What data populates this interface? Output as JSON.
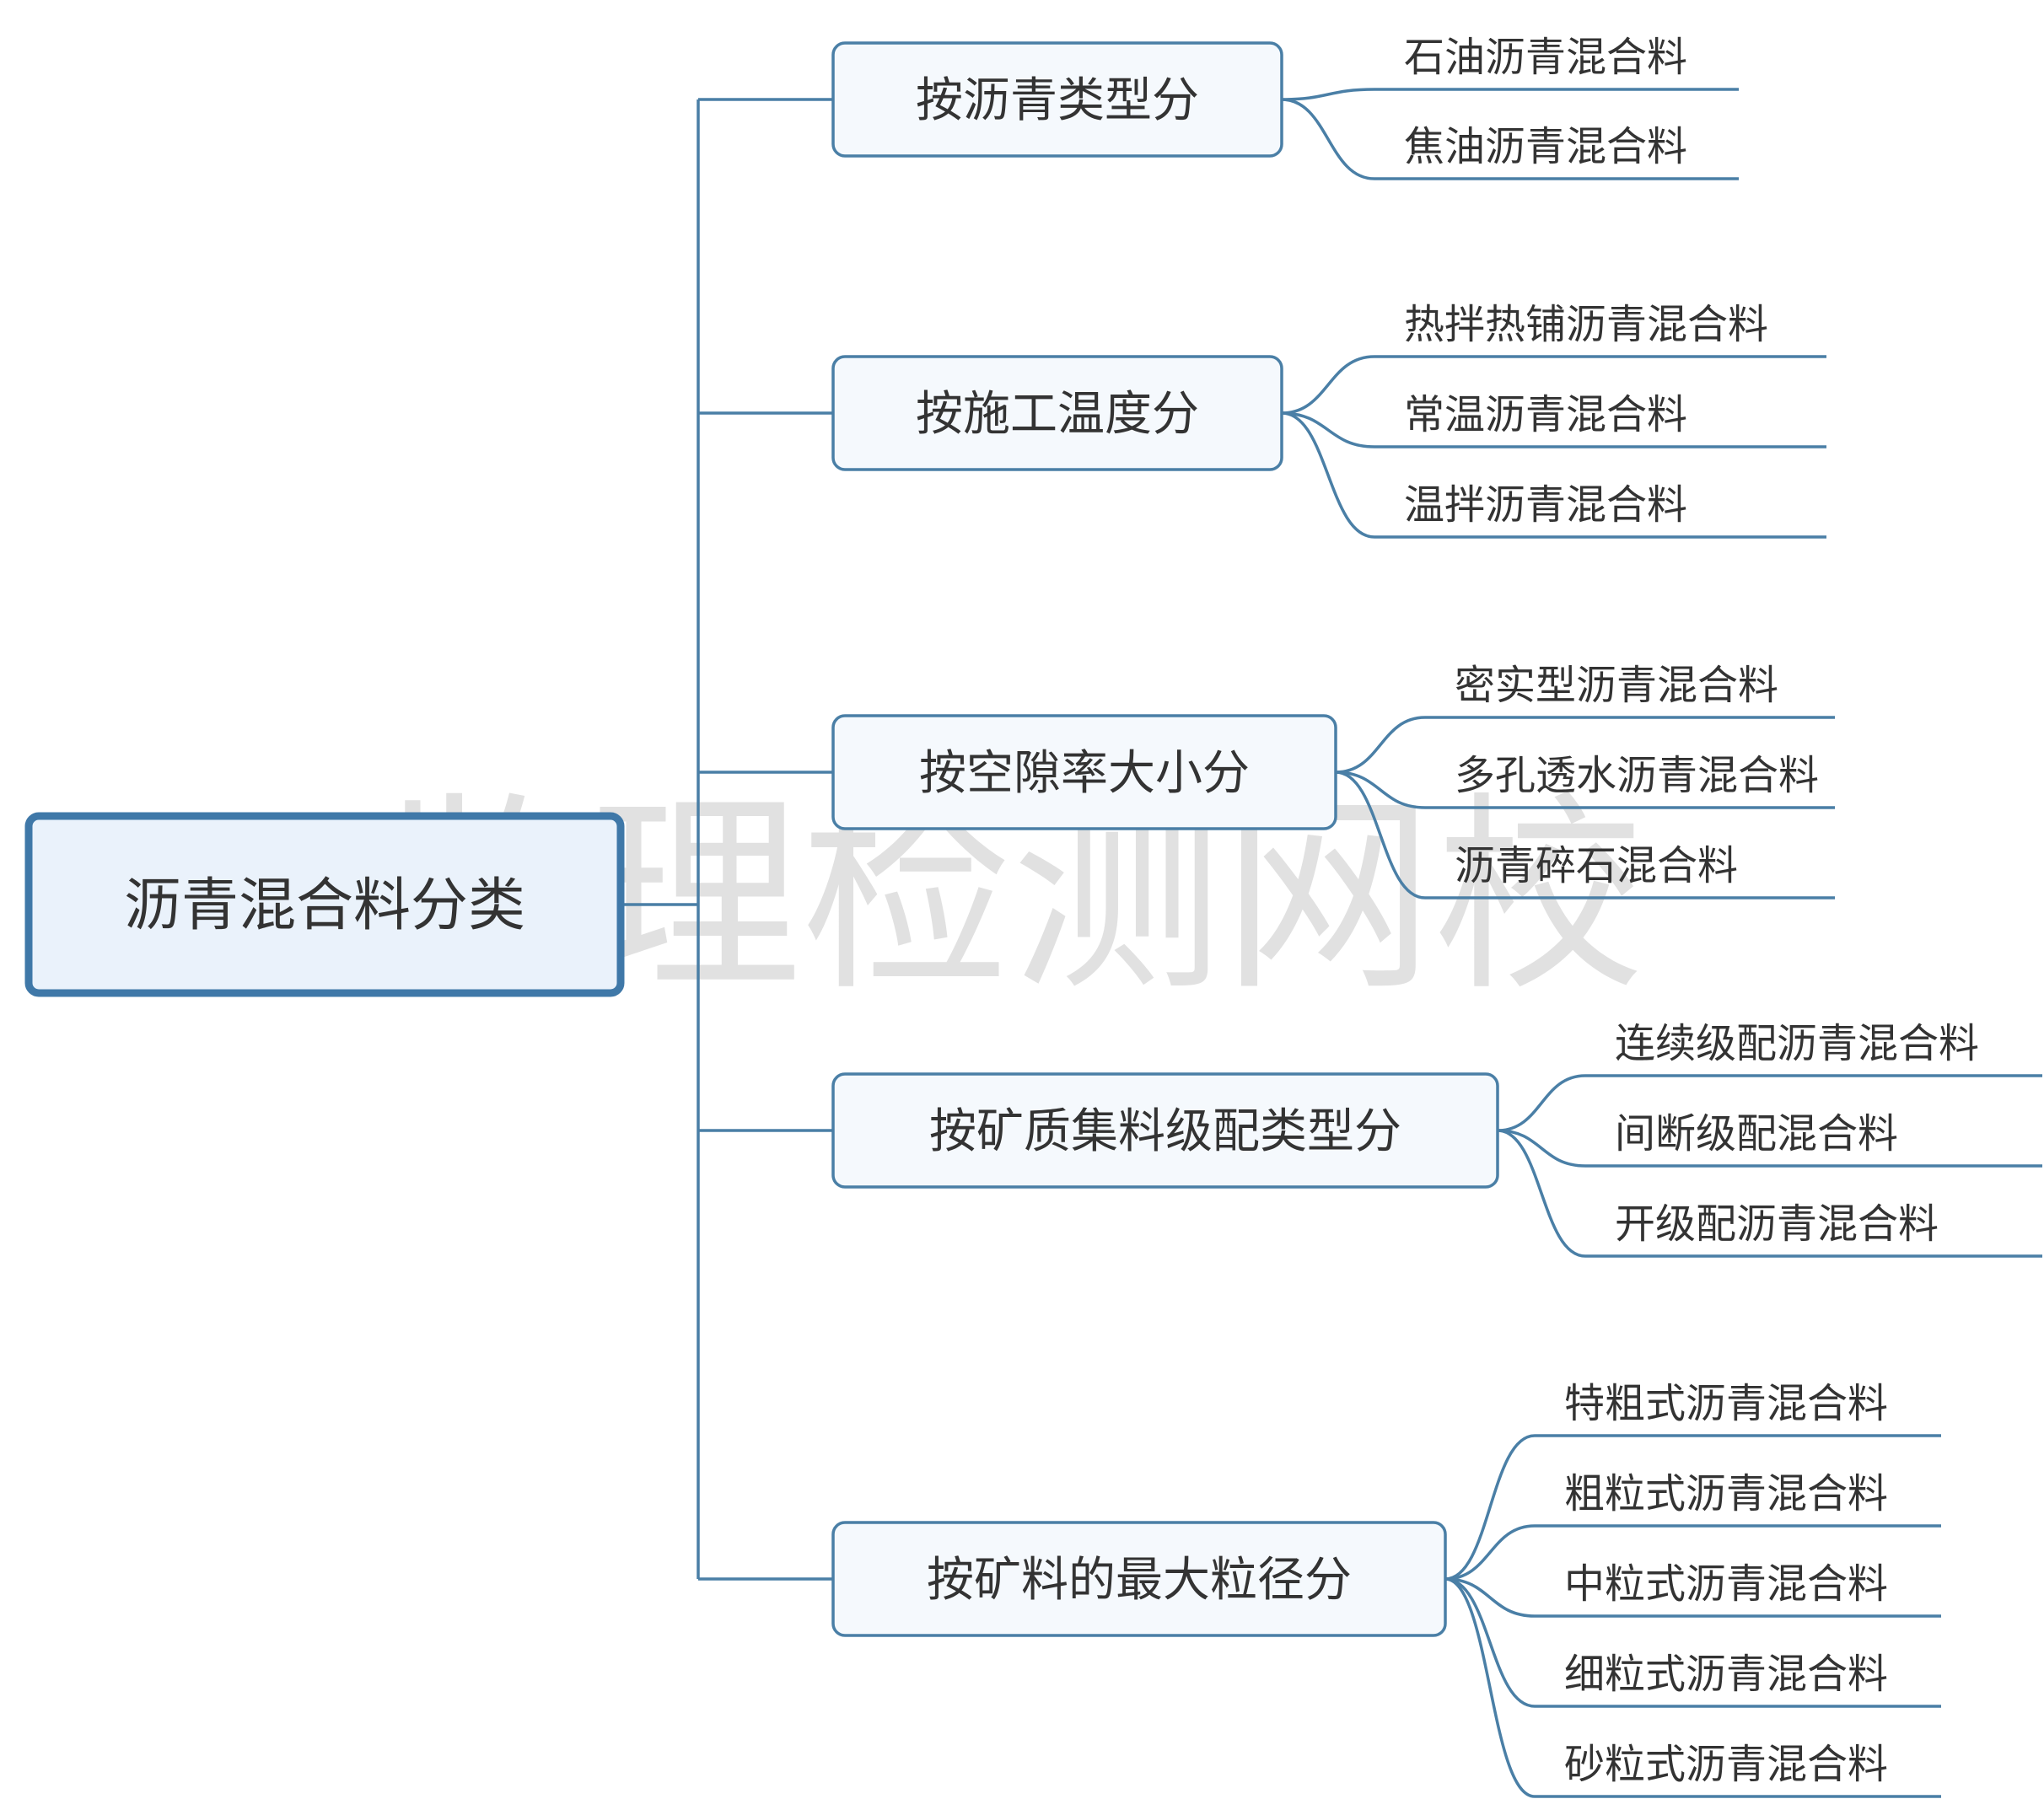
{
  "root": {
    "label": "沥青混合料分类"
  },
  "watermark": "监理检测网校",
  "colors": {
    "line": "#4a7fa6",
    "root_border": "#3f78a8",
    "root_fill": "#eaf2fb",
    "branch_border": "#4a7fa6",
    "branch_fill": "#f5f9fd",
    "text": "#333333"
  },
  "branches": [
    {
      "label": "按沥青类型分",
      "leaves": [
        "石油沥青混合料",
        "焦油沥青混合料"
      ]
    },
    {
      "label": "按施工温度分",
      "leaves": [
        "热拌热铺沥青混合料",
        "常温沥青混合料",
        "温拌沥青混合料"
      ]
    },
    {
      "label": "按空隙率大小分",
      "leaves": [
        "密实型沥青混合料",
        "多孔透水沥青混合料",
        "沥青碎石混合料"
      ]
    },
    {
      "label": "按矿质集料级配类型分",
      "leaves": [
        "连续级配沥青混合料",
        "间断级配混合料",
        "开级配沥青混合料"
      ]
    },
    {
      "label": "按矿料的最大粒径分",
      "leaves": [
        "特粗式沥青混合料",
        "粗粒式沥青混合料",
        "中粒式沥青混合料",
        "细粒式沥青混合料",
        "砂粒式沥青混合料"
      ]
    }
  ]
}
